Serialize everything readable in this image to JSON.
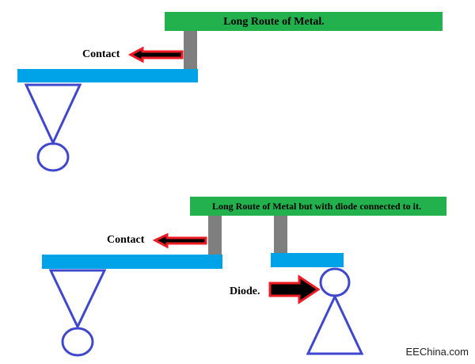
{
  "top": {
    "metal_label": "Long Route of Metal.",
    "contact_label": "Contact"
  },
  "bottom": {
    "metal_label": "Long Route of Metal but with diode connected to it.",
    "contact_label": "Contact",
    "diode_label": "Diode."
  },
  "watermark": "EEChina.com",
  "colors": {
    "metal": "#22b14c",
    "poly": "#00a2e8",
    "via": "#7f7f7f",
    "arrow_fill": "#000000",
    "arrow_outline": "#ed1c24",
    "transistor": "#3f48cc"
  }
}
